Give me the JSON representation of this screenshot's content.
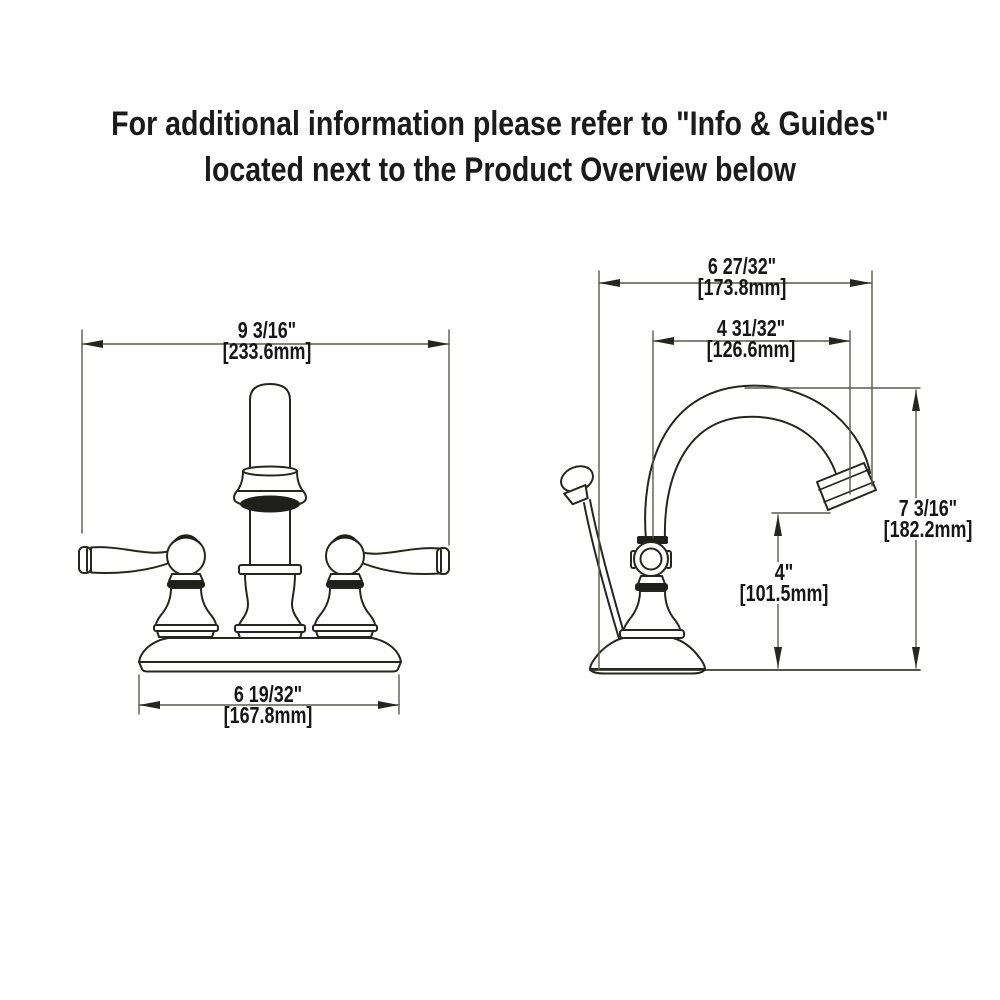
{
  "header": {
    "line1": "For additional information please refer to \"Info & Guides\"",
    "line2": "located next to the Product Overview below"
  },
  "figures": {
    "front_view": "two-handle faucet front elevation",
    "side_view": "faucet side profile with gooseneck spout and lift rod"
  },
  "dimensions": {
    "front_overall_width": {
      "inches": "9 3/16\"",
      "mm": "[233.6mm]"
    },
    "front_base_width": {
      "inches": "6 19/32\"",
      "mm": "[167.8mm]"
    },
    "side_overall_depth": {
      "inches": "6 27/32\"",
      "mm": "[173.8mm]"
    },
    "side_spout_reach": {
      "inches": "4 31/32\"",
      "mm": "[126.6mm]"
    },
    "side_overall_height": {
      "inches": "7 3/16\"",
      "mm": "[182.2mm]"
    },
    "side_spout_height": {
      "inches": "4\"",
      "mm": "[101.5mm]"
    }
  },
  "colors": {
    "background": "#ffffff",
    "line_art": "#26261f",
    "dimension_lines": "#5a5a4e",
    "text": "#161616",
    "dark_fill": "#1f1f1c"
  }
}
